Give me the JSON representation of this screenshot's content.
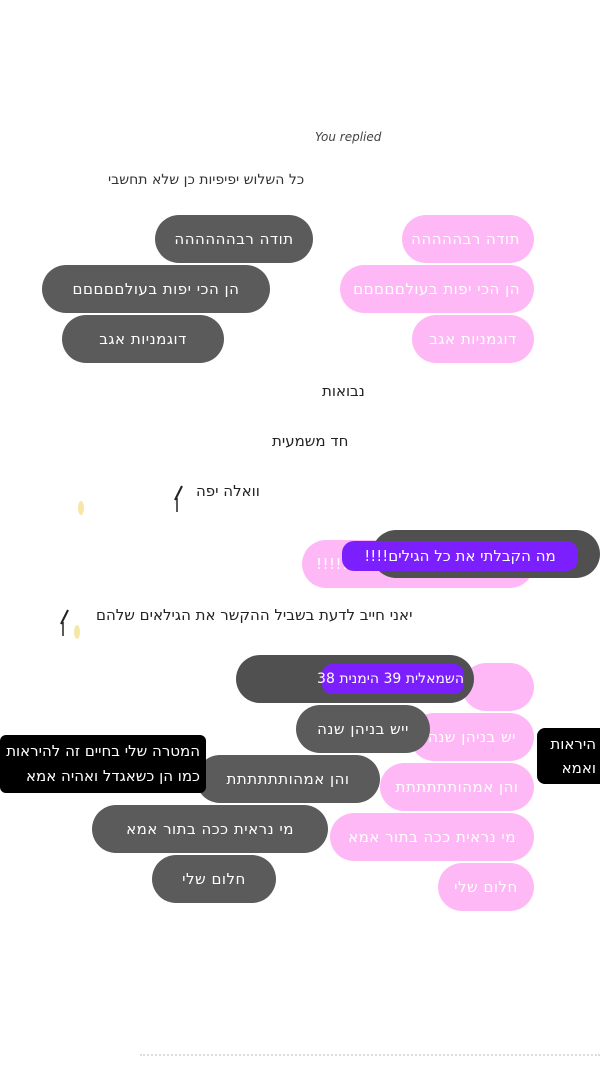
{
  "chat": {
    "replied_label": "You replied",
    "reply_quote": "כל השלוש יפיפיות כן שלא תחשבי",
    "pink_messages": [
      "תודה רבההההה",
      "הן הכי יפות בעולםםםםם",
      "דוגמניות אגב",
      "יש בניהן שנה",
      "והן אמהותתתתתת",
      "מי נראית ככה בתור אמא",
      "חלום שלי"
    ],
    "gray_messages": [
      "תודה רבהההההה",
      "הן הכי יפות בעולםםםםם",
      "דוגמניות אגב",
      "השמאלית 39 הימנית 38",
      "ייש בניהן שנה",
      "והן אמהותתתתתת",
      "מי נראית ככה בתור אמא",
      "חלום שלי"
    ],
    "plain_lines": [
      "נבואות",
      "חד משמעית",
      "וואלה יפה",
      "יאני חייב לדעת בשביל ההקשר את הגילאים שלהם"
    ],
    "purple_question": "מה הקבלתי את כל הגילים!!!!",
    "pink_question": "!!!!!",
    "black_box_line1": "המטרה שלי בחיים זה להיראות",
    "black_box_line2": "כמו הן כשאגדל ואהיה אמא",
    "black_box_right_line1": "היראות",
    "black_box_right_line2": "ואמא"
  },
  "colors": {
    "pink_bubble": "#ffb8f6",
    "gray_bubble": "#5b5b5b",
    "purple_highlight": "#7b1fff",
    "black_box": "#000000"
  }
}
